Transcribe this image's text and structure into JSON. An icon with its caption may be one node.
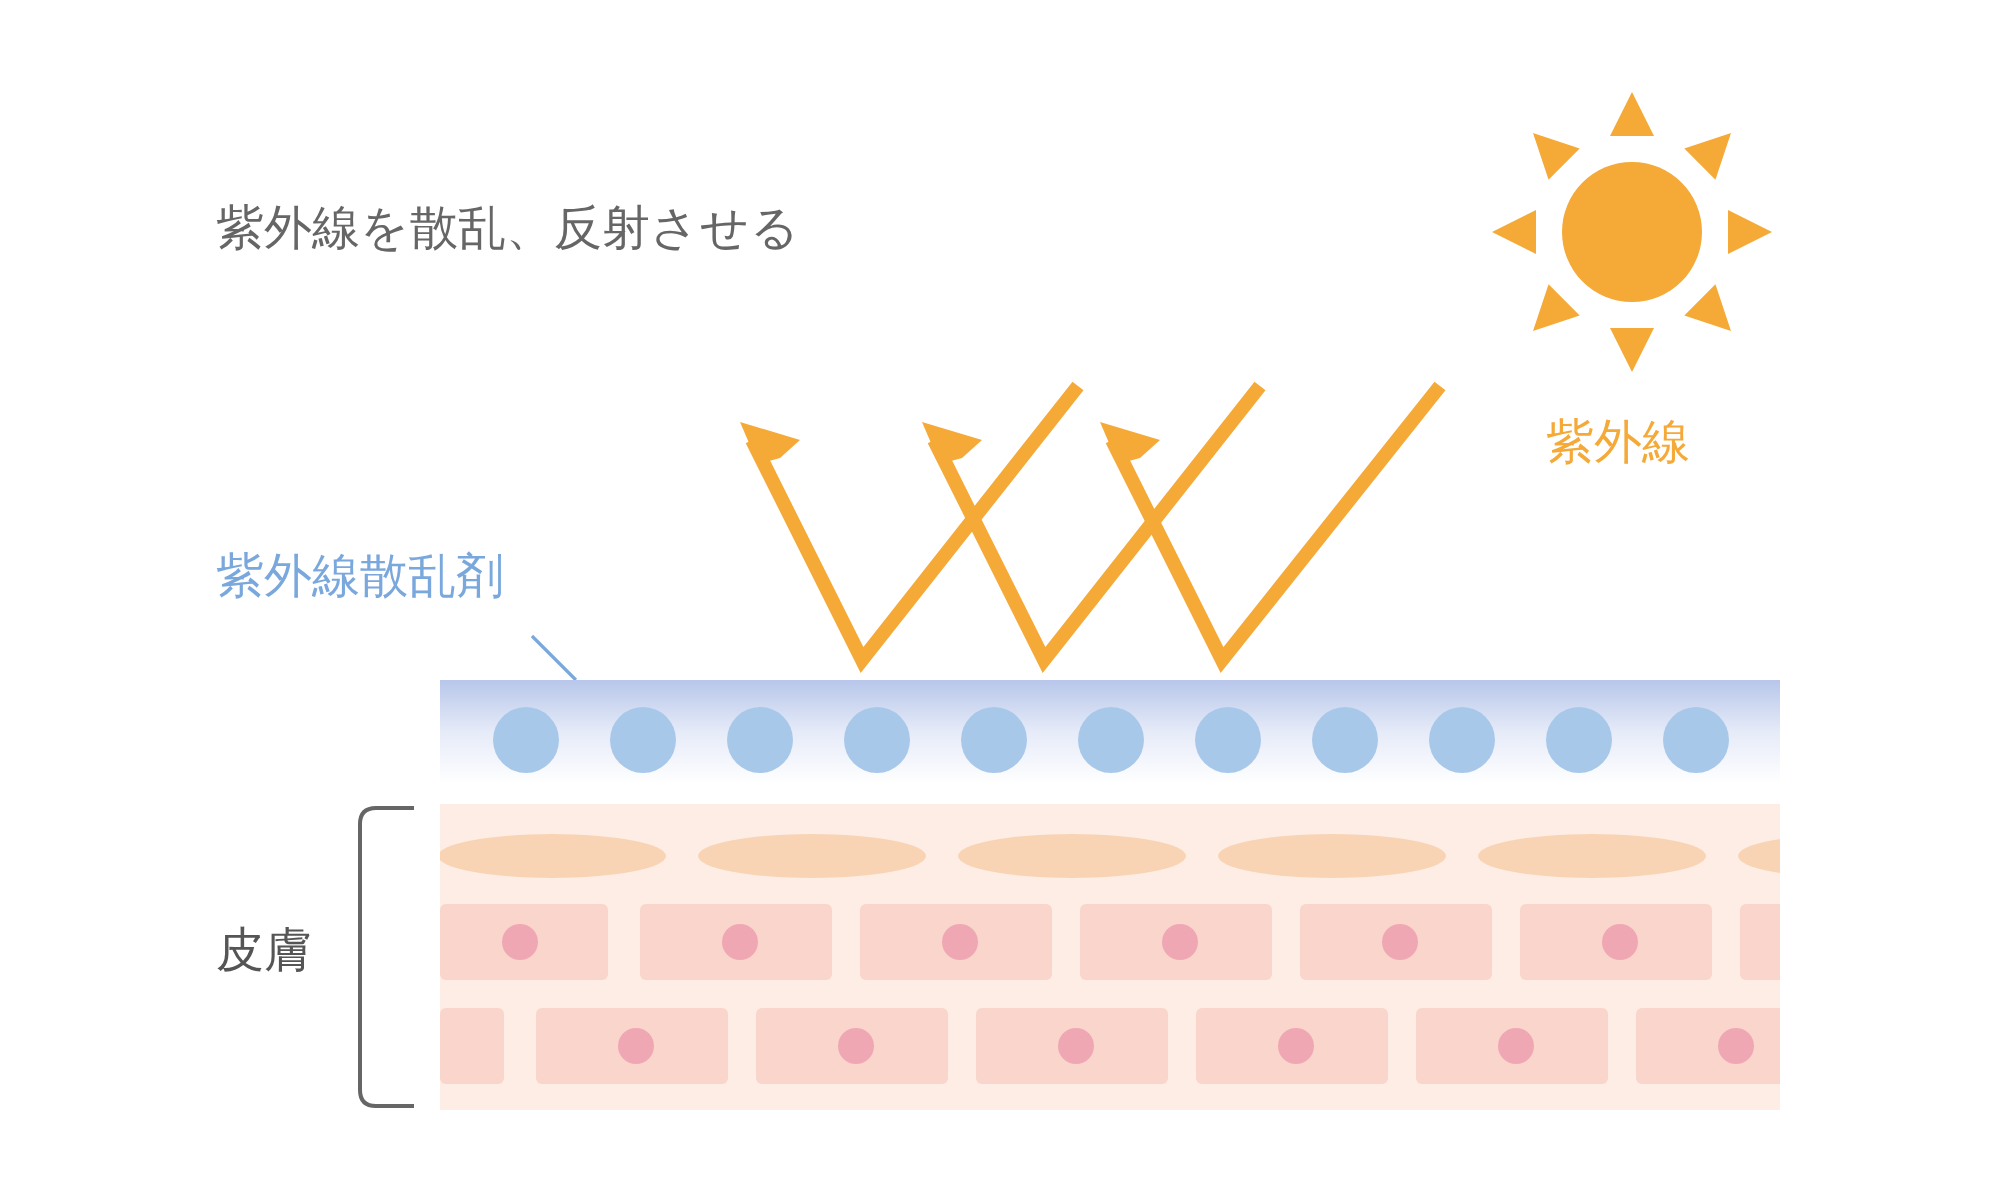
{
  "diagram": {
    "nodes": [
      {
        "text": [
          "紫外線"
        ]
      },
      {
        "text": [
          "紫外線散乱剤"
        ]
      },
      {
        "text": [],
        "shape": "band"
      },
      {
        "text": [
          "皮膚"
        ]
      }
    ],
    "edges": [
      {
        "from": 1,
        "to": 2,
        "arrow": "none"
      }
    ],
    "labels": [
      "紫外線を散乱、反射させる"
    ]
  }
}
